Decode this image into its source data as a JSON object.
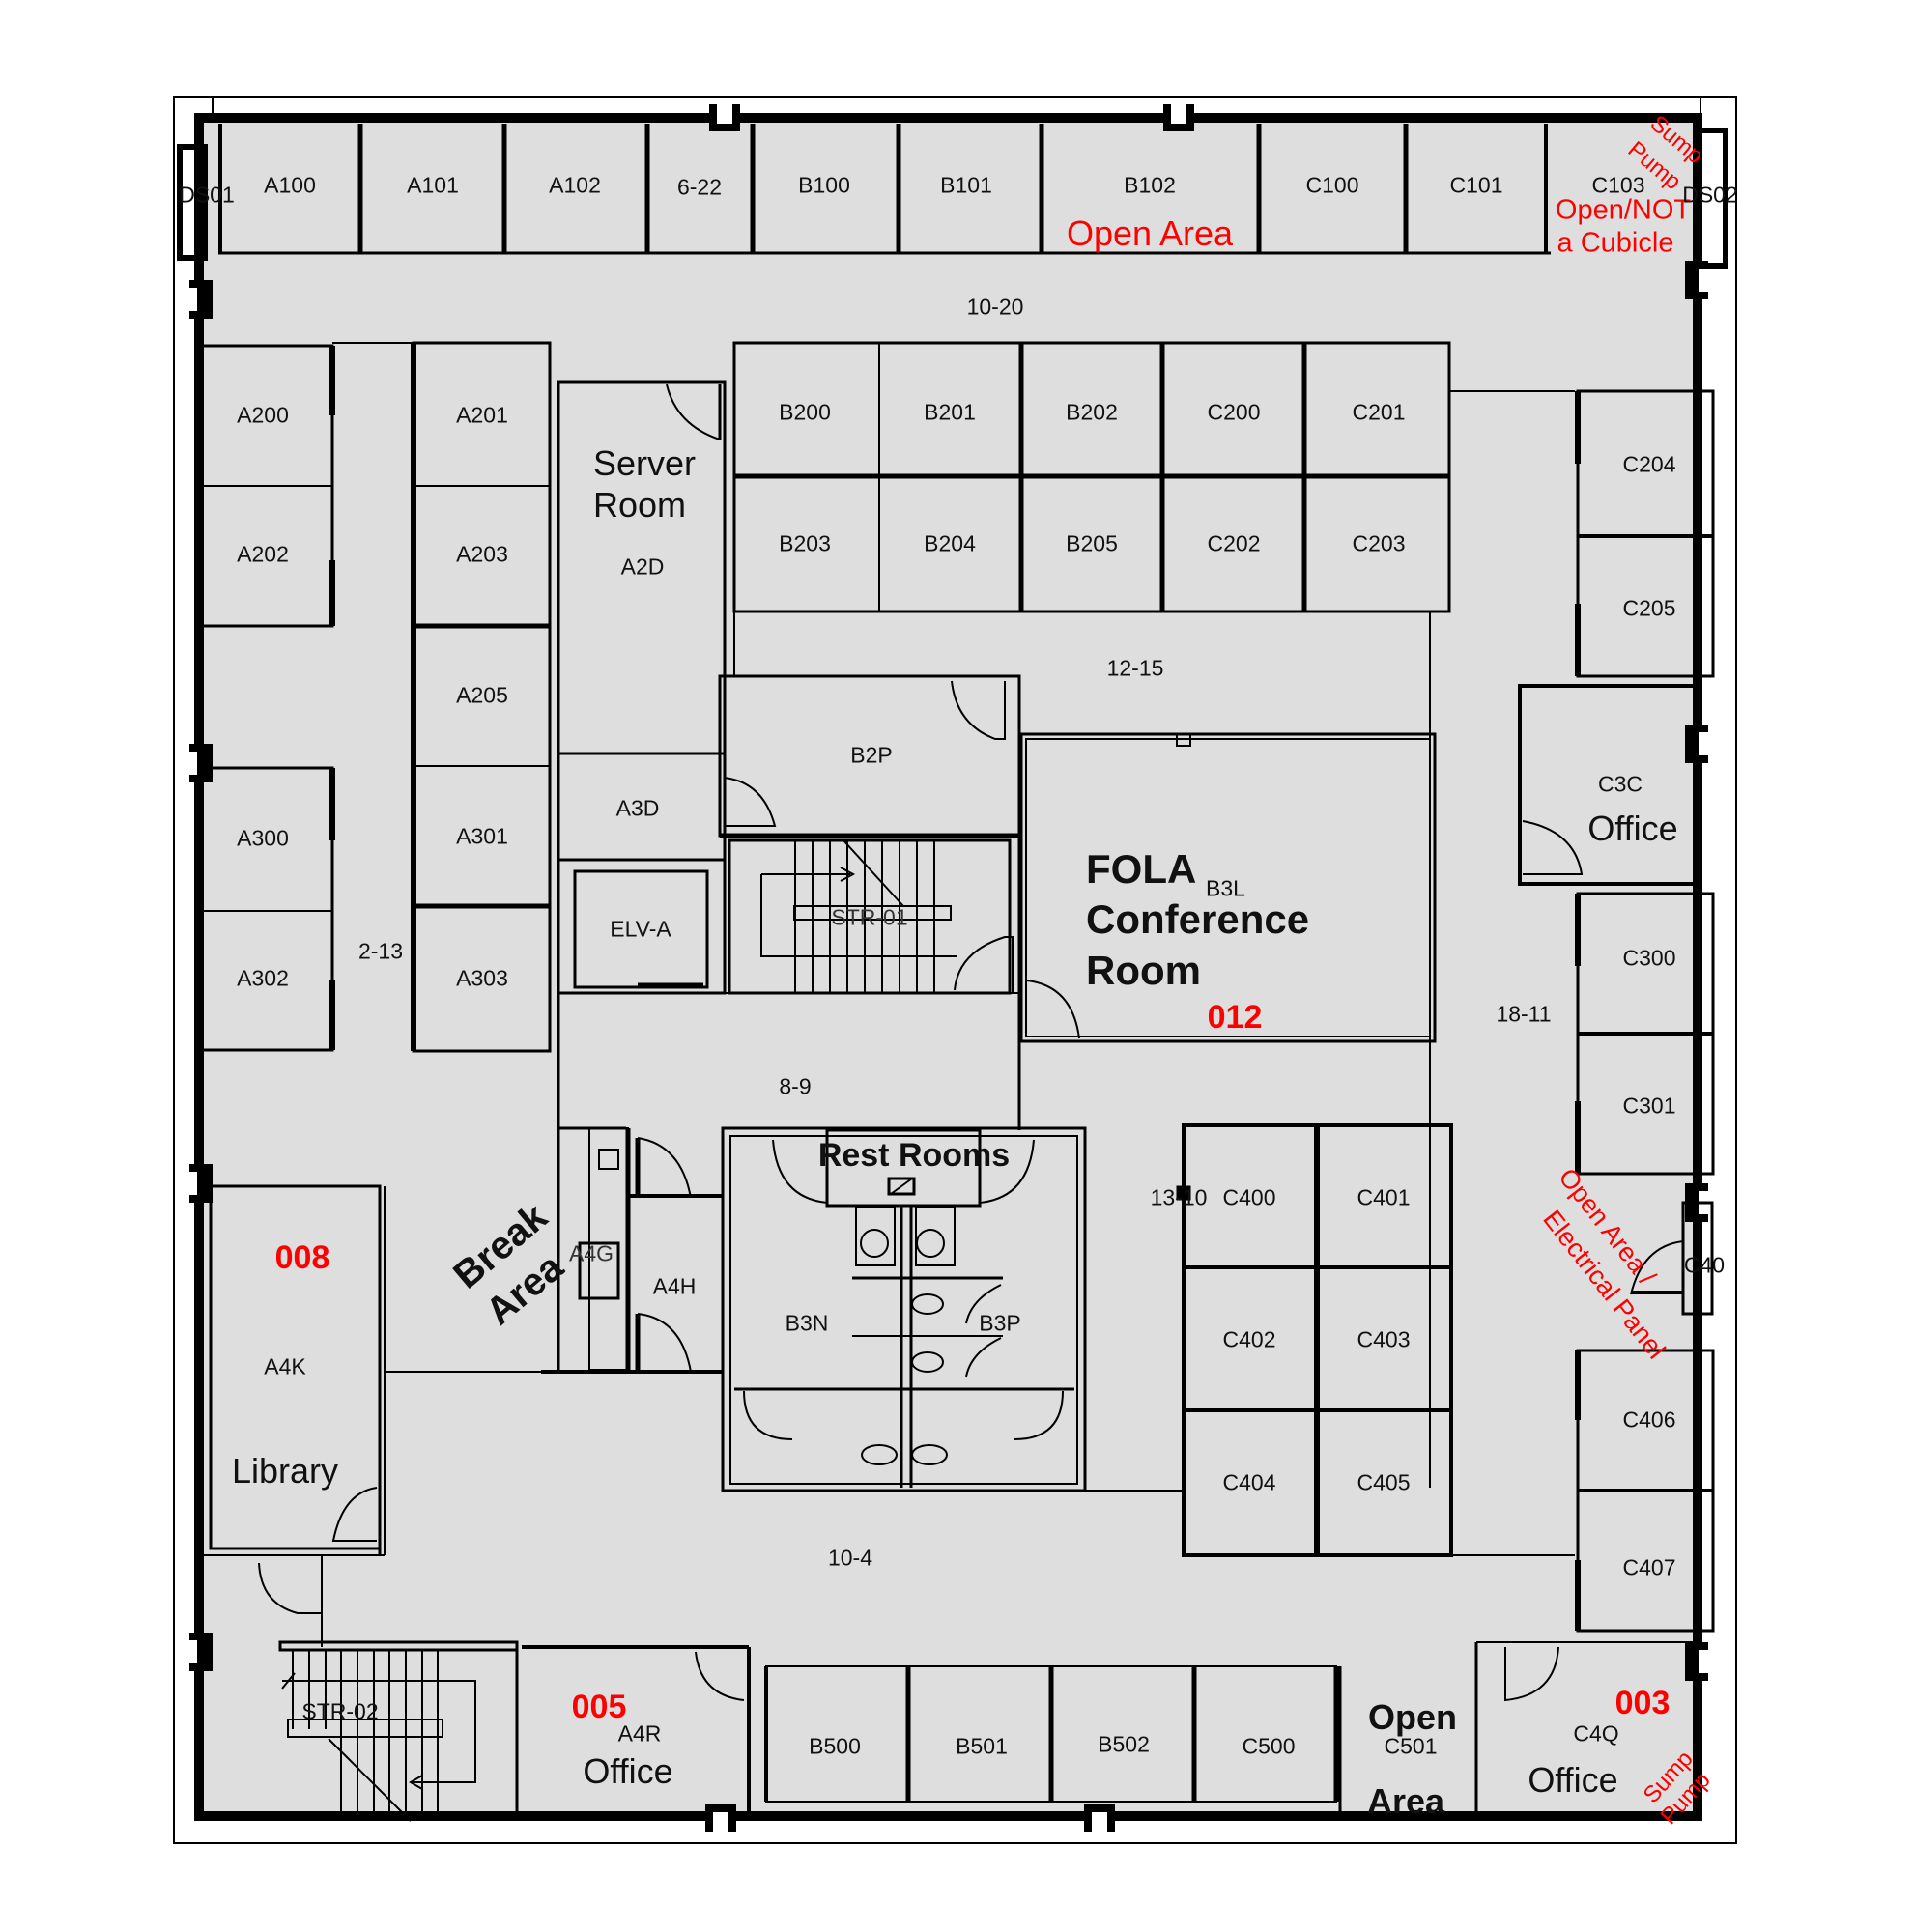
{
  "floor_plan": {
    "top_row": [
      {
        "id": "DS01",
        "label": "DS01"
      },
      {
        "id": "A100",
        "label": "A100"
      },
      {
        "id": "A101",
        "label": "A101"
      },
      {
        "id": "A102",
        "label": "A102"
      },
      {
        "id": "6-22",
        "label": "6-22"
      },
      {
        "id": "B100",
        "label": "B100"
      },
      {
        "id": "B101",
        "label": "B101"
      },
      {
        "id": "B102",
        "label": "B102",
        "note": "Open Area"
      },
      {
        "id": "C100",
        "label": "C100"
      },
      {
        "id": "C101",
        "label": "C101"
      },
      {
        "id": "C103",
        "label": "C103",
        "note": "Open/NOT a Cubicle",
        "note_line1": "Open/NOT",
        "note_line2": "a Cubicle",
        "sump_line1": "Sump",
        "sump_line2": "Pump"
      },
      {
        "id": "DS02",
        "label": "DS02"
      }
    ],
    "corridors": {
      "c_10_20": "10-20",
      "c_12_15": "12-15",
      "c_2_13": "2-13",
      "c_8_9": "8-9",
      "c_18_11": "18-11",
      "c_13_10": "13-10",
      "c_10_4": "10-4"
    },
    "left_a_column": [
      "A200",
      "A202",
      "A300",
      "A302"
    ],
    "mid_a_column": [
      "A201",
      "A203",
      "A205",
      "A301",
      "A303"
    ],
    "server_room": {
      "line1": "Server",
      "line2": "Room",
      "code": "A2D"
    },
    "a3d": "A3D",
    "elevator": "ELV-A",
    "b2p": "B2P",
    "stair_1": "STR-01",
    "b_c_block_row1": [
      "B200",
      "B201",
      "B202",
      "C200",
      "C201"
    ],
    "b_c_block_row2": [
      "B203",
      "B204",
      "B205",
      "C202",
      "C203"
    ],
    "right_column": [
      "C204",
      "C205",
      "C300",
      "C301",
      "C406",
      "C407"
    ],
    "c3c_office": {
      "code": "C3C",
      "name": "Office"
    },
    "conference": {
      "line1": "FOLA",
      "code": "B3L",
      "line2": "Conference",
      "line3": "Room",
      "number": "012"
    },
    "electrical": {
      "line1": "Open Area /",
      "line2": "Electrical Panel",
      "c40x": "C40"
    },
    "c4_block": [
      "C400",
      "C401",
      "C402",
      "C403",
      "C404",
      "C405"
    ],
    "restrooms": {
      "title": "Rest Rooms",
      "left": "B3N",
      "right": "B3P"
    },
    "break_area": {
      "line1": "Break",
      "line2": "Area",
      "a4g": "A4G",
      "a4h": "A4H"
    },
    "library": {
      "number": "008",
      "code": "A4K",
      "name": "Library"
    },
    "stair_2": "STR-02",
    "office_005": {
      "number": "005",
      "code": "A4R",
      "name": "Office"
    },
    "bottom_row": [
      "B500",
      "B501",
      "B502",
      "C500"
    ],
    "open_c501": {
      "line1": "Open",
      "code": "C501",
      "line2": "Area"
    },
    "office_003": {
      "number": "003",
      "code": "C4Q",
      "name": "Office",
      "sump_line1": "Sump",
      "sump_line2": "Pump"
    },
    "colors": {
      "room_fill": "#dedede",
      "wall": "#000000",
      "annotation_red": "#ff0000",
      "background": "#ffffff"
    }
  }
}
